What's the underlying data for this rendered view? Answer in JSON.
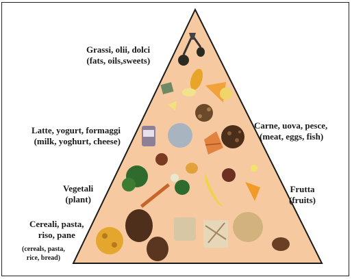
{
  "labels": {
    "fats_it": "Grassi, olii, dolci",
    "fats_en": "(fats, oils,sweets)",
    "dairy_it": "Latte, yogurt, formaggi",
    "dairy_en": "(milk, yoghurt, cheese)",
    "meat_it": "Carne, uova, pesce,",
    "meat_en": "(meat, eggs, fish)",
    "veg_it": "Vegetali",
    "veg_en": "(plant)",
    "fruit_it": "Frutta",
    "fruit_en": "(fruits)",
    "cereal_it_1": "Cereali, pasta,",
    "cereal_it_2": "riso, pane",
    "cereal_en_1": "(cereals, pasta,",
    "cereal_en_2": "rice, bread)"
  },
  "colors": {
    "pyramid_fill": "#f7c9a0",
    "pyramid_stroke": "#1a1a1a"
  }
}
